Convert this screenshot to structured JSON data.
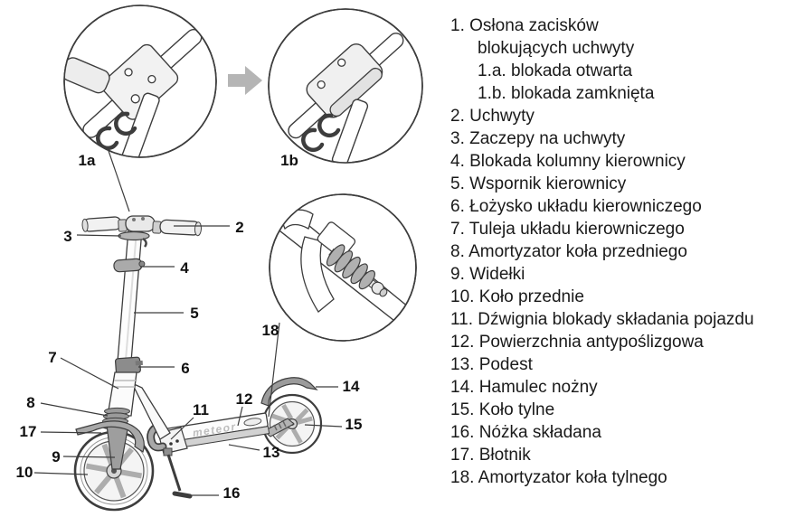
{
  "diagram": {
    "labels": {
      "c1a": "1a",
      "c1b": "1b",
      "p2": "2",
      "p3": "3",
      "p4": "4",
      "p5": "5",
      "p6": "6",
      "p7": "7",
      "p8": "8",
      "p9": "9",
      "p10": "10",
      "p11": "11",
      "p12": "12",
      "p13": "13",
      "p14": "14",
      "p15": "15",
      "p16": "16",
      "p17": "17",
      "p18": "18"
    },
    "deck_brand": "meteor"
  },
  "parts_list": {
    "lines": [
      {
        "text": "1. Osłona zacisków",
        "indent": 0
      },
      {
        "text": "blokujących uchwyty",
        "indent": 1
      },
      {
        "text": "1.a. blokada otwarta",
        "indent": 1
      },
      {
        "text": "1.b. blokada zamknięta",
        "indent": 1
      },
      {
        "text": "2. Uchwyty",
        "indent": 0
      },
      {
        "text": "3. Zaczepy na uchwyty",
        "indent": 0
      },
      {
        "text": "4. Blokada kolumny kierownicy",
        "indent": 0
      },
      {
        "text": "5. Wspornik kierownicy",
        "indent": 0
      },
      {
        "text": "6. Łożysko układu kierowniczego",
        "indent": 0
      },
      {
        "text": "7. Tuleja układu kierowniczego",
        "indent": 0
      },
      {
        "text": "8. Amortyzator koła przedniego",
        "indent": 0
      },
      {
        "text": "9. Widełki",
        "indent": 0
      },
      {
        "text": "10. Koło przednie",
        "indent": 0
      },
      {
        "text": "11. Dźwignia blokady składania pojazdu",
        "indent": 0
      },
      {
        "text": "12. Powierzchnia antypoślizgowa",
        "indent": 0
      },
      {
        "text": "13. Podest",
        "indent": 0
      },
      {
        "text": "14. Hamulec nożny",
        "indent": 0
      },
      {
        "text": "15. Koło tylne",
        "indent": 0
      },
      {
        "text": "16. Nóżka składana",
        "indent": 0
      },
      {
        "text": "17. Błotnik",
        "indent": 0
      },
      {
        "text": "18. Amortyzator koła tylnego",
        "indent": 0
      }
    ]
  },
  "colors": {
    "ink": "#3d3d3d",
    "fill_light": "#ececec",
    "fill_mid": "#b0b0b0",
    "fill_dark": "#8a8a8a",
    "arrow": "#b5b5b5",
    "text": "#111111"
  }
}
